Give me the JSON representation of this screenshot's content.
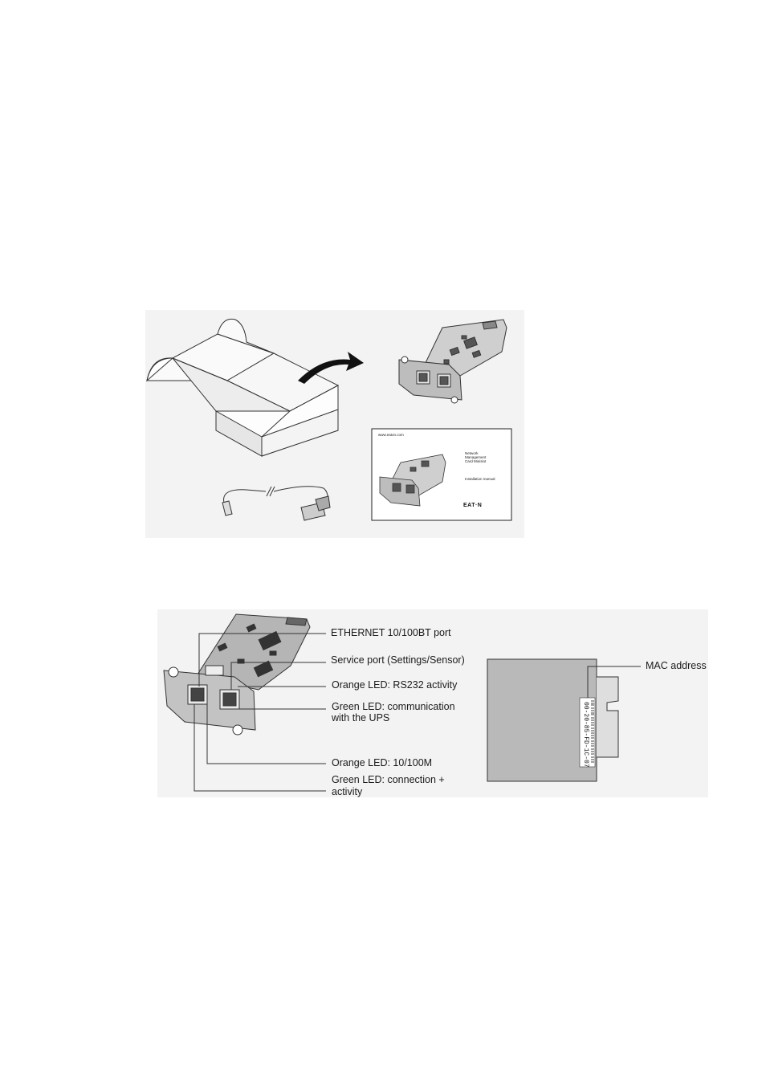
{
  "figure1": {
    "manual_cover": {
      "small_url": "www.eaton.com",
      "title_lines": [
        "Network",
        "Management",
        "Card Minislot"
      ],
      "subtitle": "Installation manual",
      "brand": "EAT·N"
    }
  },
  "figure2": {
    "callouts": {
      "ethernet_port": "ETHERNET 10/100BT port",
      "service_port": "Service port (Settings/Sensor)",
      "orange_led_rs232": "Orange LED: RS232 activity",
      "green_led_ups_1": "Green LED: communication",
      "green_led_ups_2": "with the UPS",
      "orange_led_speed": "Orange LED: 10/100M",
      "green_led_link_1": "Green LED: connection +",
      "green_led_link_2": "activity",
      "mac_address": "MAC address"
    },
    "mac_label_value": "00-20-85-FD-1C-07"
  }
}
